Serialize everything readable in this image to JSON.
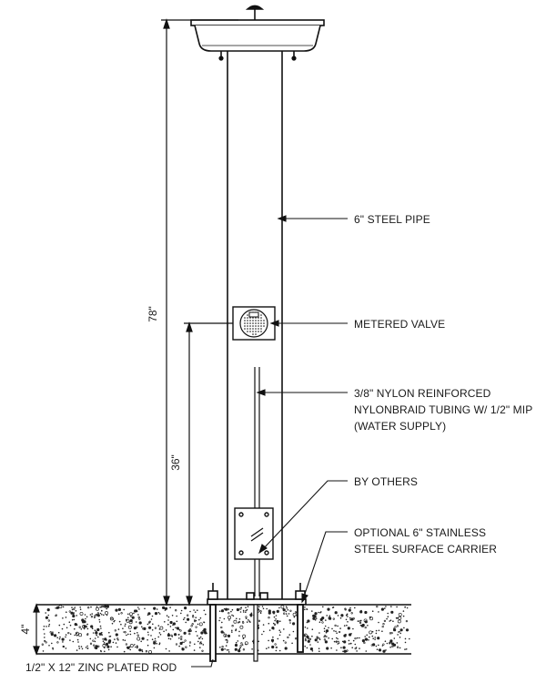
{
  "callouts": {
    "steel_pipe": "6\" STEEL PIPE",
    "metered_valve": "METERED VALVE",
    "tubing_line1": "3/8\" NYLON REINFORCED",
    "tubing_line2": "NYLONBRAID TUBING W/ 1/2\" MIP",
    "tubing_line3": "(WATER SUPPLY)",
    "by_others": "BY OTHERS",
    "carrier_line1": "OPTIONAL 6\" STAINLESS",
    "carrier_line2": "STEEL SURFACE CARRIER",
    "rod": "1/2\" X 12\" ZINC PLATED ROD"
  },
  "dimensions": {
    "overall_height": "78\"",
    "valve_height": "36\"",
    "slab_thickness": "4\""
  }
}
